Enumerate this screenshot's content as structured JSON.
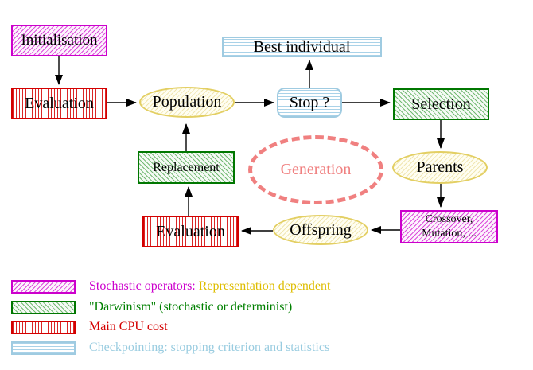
{
  "nodes": {
    "initialisation": {
      "label": "Initialisation"
    },
    "evaluation_top": {
      "label": "Evaluation"
    },
    "population": {
      "label": "Population"
    },
    "best_individual": {
      "label": "Best individual"
    },
    "stop": {
      "label": "Stop ?"
    },
    "selection": {
      "label": "Selection"
    },
    "parents": {
      "label": "Parents"
    },
    "crossover": {
      "line1": "Crossover,",
      "line2": "Mutation, ..."
    },
    "offspring": {
      "label": "Offspring"
    },
    "evaluation_bottom": {
      "label": "Evaluation"
    },
    "replacement": {
      "label": "Replacement"
    },
    "generation": {
      "label": "Generation"
    }
  },
  "legend": {
    "rows": [
      {
        "text": "Stochastic operators:",
        "text2": "Representation dependent"
      },
      {
        "text": "\"Darwinism\" (stochastic or determinist)"
      },
      {
        "text": "Main CPU cost"
      },
      {
        "text": "Checkpointing: stopping criterion and statistics"
      }
    ]
  },
  "colors": {
    "magenta": "#cc00cc",
    "green": "#008000",
    "red": "#d40000",
    "cyan": "#99cce0",
    "gold": "#debd00",
    "salmon": "#f08080"
  }
}
